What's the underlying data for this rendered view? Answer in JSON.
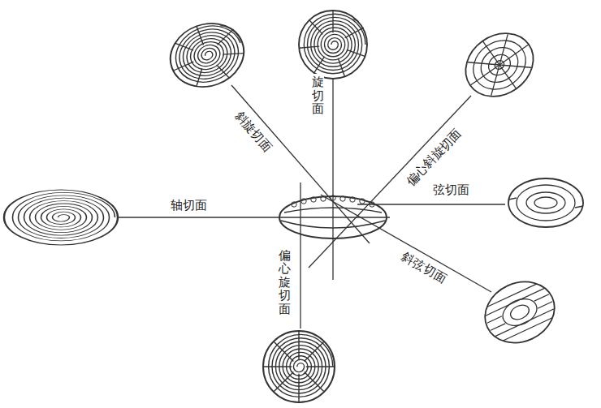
{
  "diagram": {
    "labels": [
      "斜旋切面",
      "旋切面",
      "偏心斜旋切面",
      "弦切面",
      "轴切面",
      "偏心旋切面",
      "斜弦切面"
    ]
  }
}
